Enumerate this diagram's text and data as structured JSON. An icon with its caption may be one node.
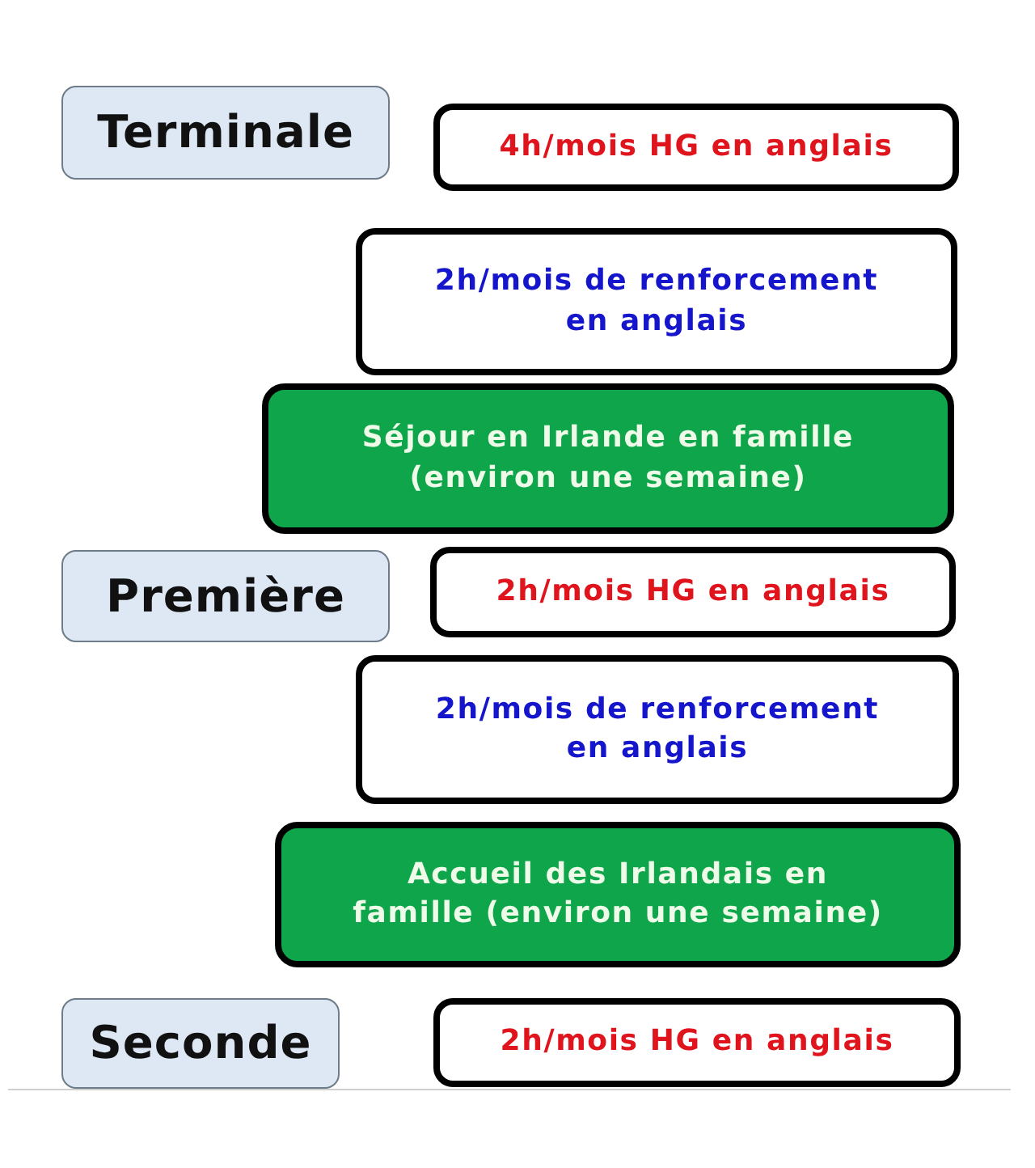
{
  "diagram": {
    "nodes": [
      {
        "text": [
          "Terminale"
        ]
      },
      {
        "text": [
          "4h/mois HG en anglais"
        ]
      },
      {
        "text": [
          "2h/mois de renforcement en anglais"
        ]
      },
      {
        "text": [
          "Séjour en Irlande en famille (environ une semaine)"
        ]
      },
      {
        "text": [
          "Première"
        ]
      },
      {
        "text": [
          "2h/mois HG en anglais"
        ]
      },
      {
        "text": [
          "2h/mois de renforcement en anglais"
        ]
      },
      {
        "text": [
          "Accueil des Irlandais en famille (environ une semaine)"
        ]
      },
      {
        "text": [
          "Seconde"
        ]
      },
      {
        "text": [
          "2h/mois HG en anglais"
        ]
      }
    ]
  }
}
